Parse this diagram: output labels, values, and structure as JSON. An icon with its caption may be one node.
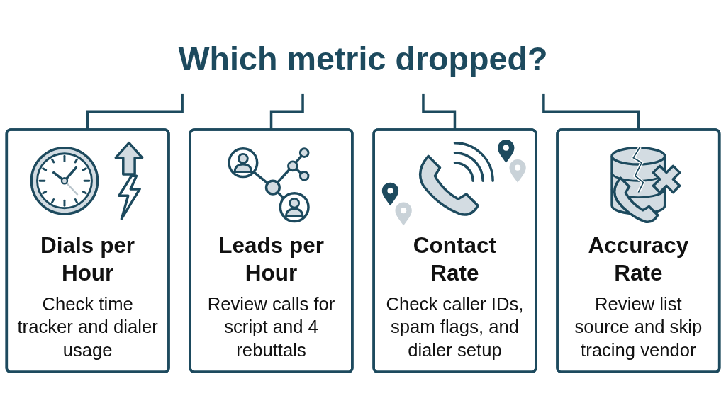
{
  "diagram": {
    "nodes": [
      {
        "text": [
          "Which metric dropped?"
        ]
      },
      {
        "text": [
          "Dials per Hour",
          "Check time tracker and dialer usage"
        ]
      },
      {
        "text": [
          "Leads per Hour",
          "Review calls for script and 4 rebuttals"
        ]
      },
      {
        "text": [
          "Contact Rate",
          "Check caller IDs, spam flags, and dialer setup"
        ]
      },
      {
        "text": [
          "Accuracy Rate",
          "Review list source and skip tracing vendor"
        ]
      }
    ],
    "edges": [
      {
        "from": 0,
        "to": 1,
        "arrow": "none"
      },
      {
        "from": 0,
        "to": 2,
        "arrow": "none"
      },
      {
        "from": 0,
        "to": 3,
        "arrow": "none"
      },
      {
        "from": 0,
        "to": 4,
        "arrow": "none"
      }
    ]
  }
}
